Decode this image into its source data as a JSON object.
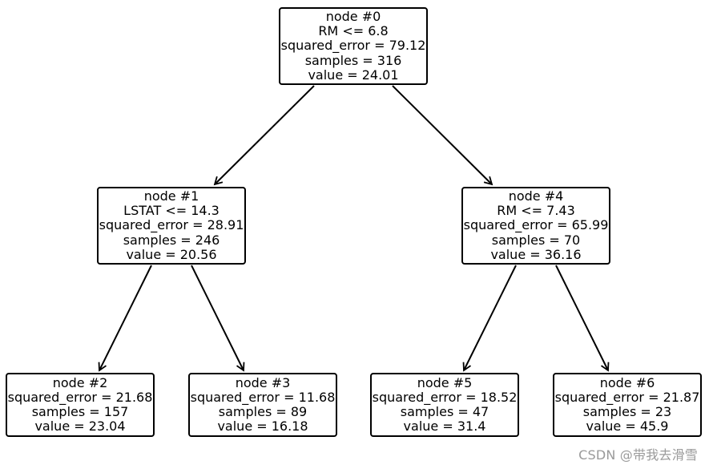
{
  "tree": {
    "nodes": [
      {
        "id": "n0",
        "lines": [
          "node #0",
          "RM <= 6.8",
          "squared_error = 79.12",
          "samples = 316",
          "value = 24.01"
        ]
      },
      {
        "id": "n1",
        "lines": [
          "node #1",
          "LSTAT <= 14.3",
          "squared_error = 28.91",
          "samples = 246",
          "value = 20.56"
        ]
      },
      {
        "id": "n4",
        "lines": [
          "node #4",
          "RM <= 7.43",
          "squared_error = 65.99",
          "samples = 70",
          "value = 36.16"
        ]
      },
      {
        "id": "n2",
        "lines": [
          "node #2",
          "squared_error = 21.68",
          "samples = 157",
          "value = 23.04"
        ]
      },
      {
        "id": "n3",
        "lines": [
          "node #3",
          "squared_error = 11.68",
          "samples = 89",
          "value = 16.18"
        ]
      },
      {
        "id": "n5",
        "lines": [
          "node #5",
          "squared_error = 18.52",
          "samples = 47",
          "value = 31.4"
        ]
      },
      {
        "id": "n6",
        "lines": [
          "node #6",
          "squared_error = 21.87",
          "samples = 23",
          "value = 45.9"
        ]
      }
    ],
    "edges": [
      {
        "from": "n0",
        "to": "n1"
      },
      {
        "from": "n0",
        "to": "n4"
      },
      {
        "from": "n1",
        "to": "n2"
      },
      {
        "from": "n1",
        "to": "n3"
      },
      {
        "from": "n4",
        "to": "n5"
      },
      {
        "from": "n4",
        "to": "n6"
      }
    ]
  },
  "watermark": "CSDN @带我去滑雪"
}
